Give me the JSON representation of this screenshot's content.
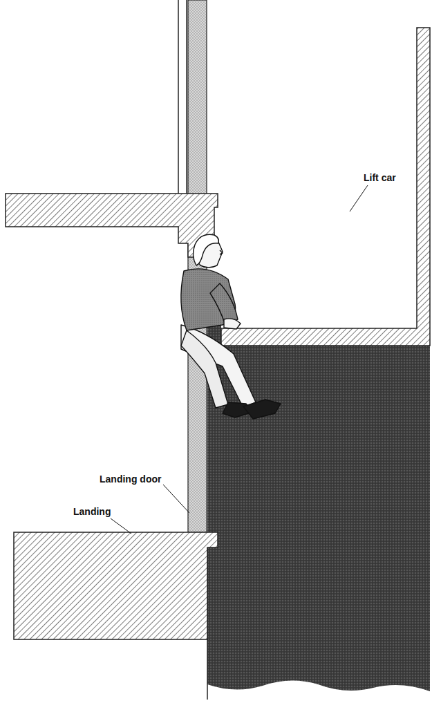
{
  "diagram": {
    "labels": [
      "Lift car",
      "Landing door",
      "Landing"
    ]
  }
}
